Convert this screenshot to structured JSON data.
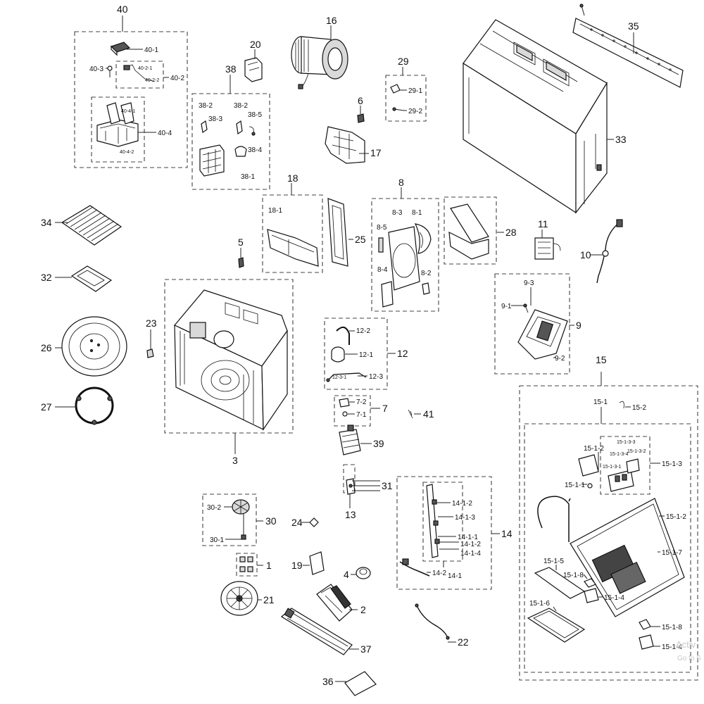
{
  "labels": {
    "l40": "40",
    "l40_1": "40-1",
    "l40_3": "40-3",
    "l40_2_1": "40-2-1",
    "l40_2": "40-2",
    "l40_2_2": "40-2-2",
    "l40_4_1": "40-4-1",
    "l40_4": "40-4",
    "l40_4_2": "40-4-2",
    "l38": "38",
    "l38_2a": "38-2",
    "l38_3": "38-3",
    "l38_2b": "38-2",
    "l38_5": "38-5",
    "l38_4": "38-4",
    "l38_1": "38-1",
    "l20": "20",
    "l16": "16",
    "l29": "29",
    "l29_1": "29-1",
    "l29_2": "29-2",
    "l6": "6",
    "l17": "17",
    "l35": "35",
    "l33": "33",
    "l34": "34",
    "l32": "32",
    "l26": "26",
    "l27": "27",
    "l23": "23",
    "l18": "18",
    "l18_1": "18-1",
    "l25": "25",
    "l5": "5",
    "l3": "3",
    "l8": "8",
    "l8_3": "8-3",
    "l8_1": "8-1",
    "l8_5": "8-5",
    "l8_4": "8-4",
    "l8_2": "8-2",
    "l28": "28",
    "l11": "11",
    "l10": "10",
    "l9_3": "9-3",
    "l9_1": "9-1",
    "l9": "9",
    "l9_2": "9-2",
    "l12_2": "12-2",
    "l12_1": "12-1",
    "l12": "12",
    "l12_3_1": "12-3-1",
    "l12_3": "12-3",
    "l7_2": "7-2",
    "l7_1": "7-1",
    "l7": "7",
    "l41": "41",
    "l39": "39",
    "l31": "31",
    "l13": "13",
    "l15": "15",
    "l15_1": "15-1",
    "l15_2": "15-2",
    "l15_1_3_3": "15-1-3-3",
    "l15_1_2a": "15-1-2",
    "l15_1_3_4": "15-1-3-4",
    "l15_1_3_2": "15-1-3-2",
    "l15_1_3_1": "15-1-3-1",
    "l15_1_3": "15-1-3",
    "l15_1_1": "15-1-1",
    "l15_1_2b": "15-1-2",
    "l15_1_7": "15-1-7",
    "l15_1_5": "15-1-5",
    "l15_1_8a": "15-1-8",
    "l15_1_4a": "15-1-4",
    "l15_1_6": "15-1-6",
    "l15_1_8b": "15-1-8",
    "l15_1_4b": "15-1-4",
    "l14_1_2a": "14-1-2",
    "l14_1_3": "14-1-3",
    "l14": "14",
    "l14_1_1": "14-1-1",
    "l14_1_2b": "14-1-2",
    "l14_1_4": "14-1-4",
    "l14_2": "14-2",
    "l14_1": "14-1",
    "l30_2": "30-2",
    "l30": "30",
    "l30_1": "30-1",
    "l24": "24",
    "l1": "1",
    "l19": "19",
    "l4": "4",
    "l21": "21",
    "l2": "2",
    "l37": "37",
    "l22": "22",
    "l36": "36"
  },
  "watermark": {
    "line1": "Activ",
    "line2": "Go to S"
  }
}
